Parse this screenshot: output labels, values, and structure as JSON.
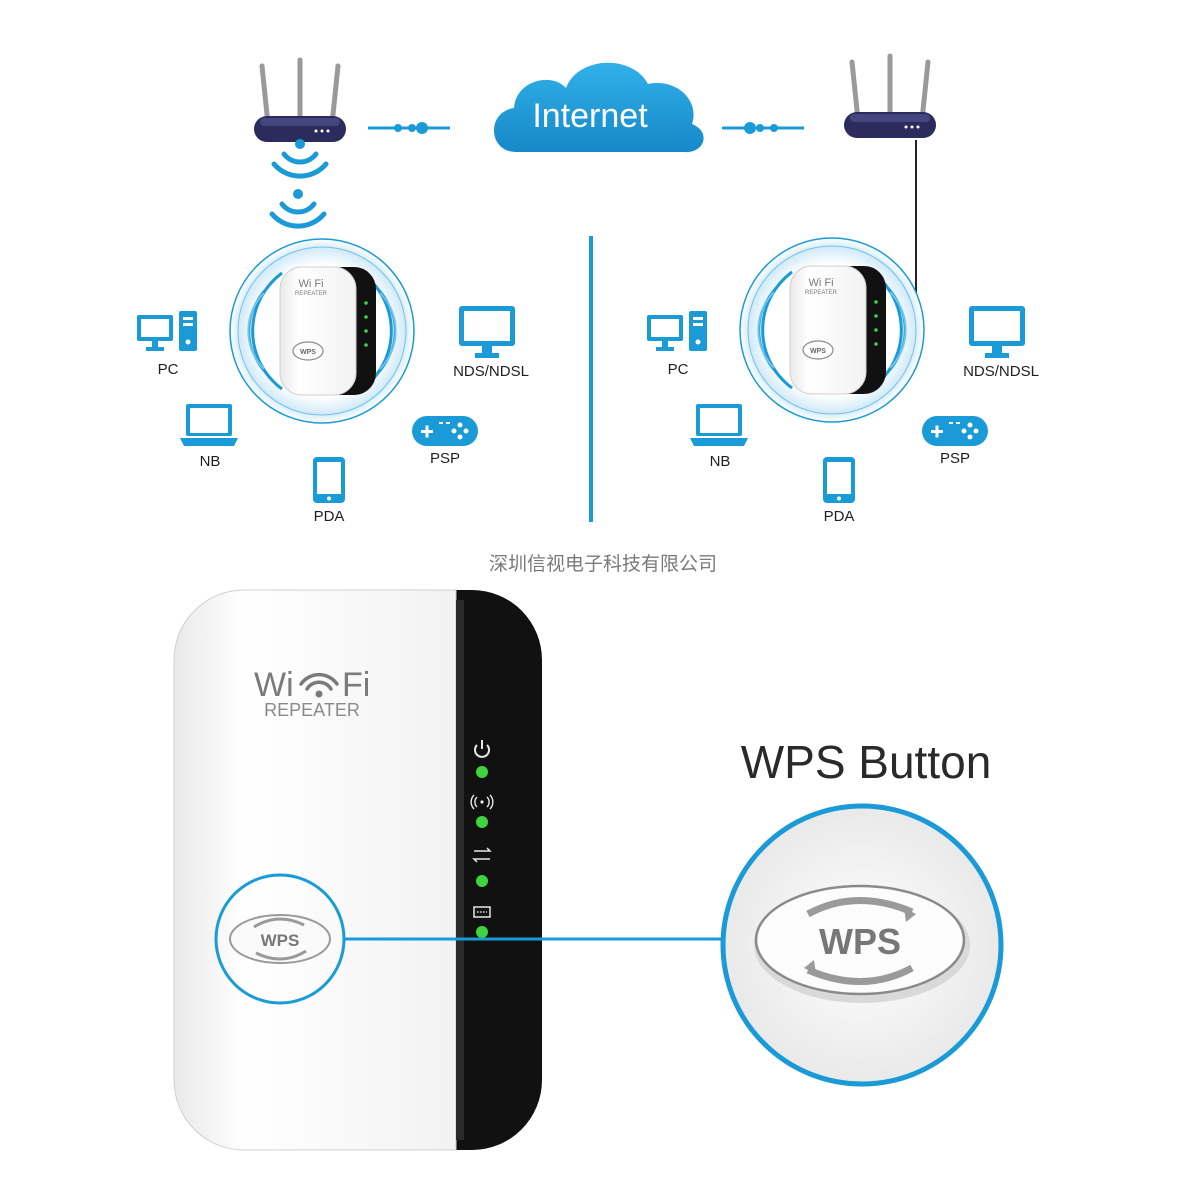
{
  "cloud_label": "Internet",
  "device_labels": {
    "pc": "PC",
    "nds": "NDS/NDSL",
    "nb": "NB",
    "psp": "PSP",
    "pda": "PDA"
  },
  "mini_repeater": {
    "brand_line1": "Wi Fi",
    "brand_line2": "REPEATER",
    "wps": "WPS"
  },
  "company_name": "深圳信视电子科技有限公司",
  "big_repeater": {
    "brand_wi": "Wi",
    "brand_fi": "Fi",
    "brand_sub": "REPEATER",
    "wps": "WPS"
  },
  "callout": {
    "title": "WPS Button",
    "wps": "WPS"
  },
  "colors": {
    "accent_blue": "#1a9ad6",
    "router_body": "#2b2b5e",
    "led_green": "#3fd43f",
    "device_black": "#111111"
  }
}
